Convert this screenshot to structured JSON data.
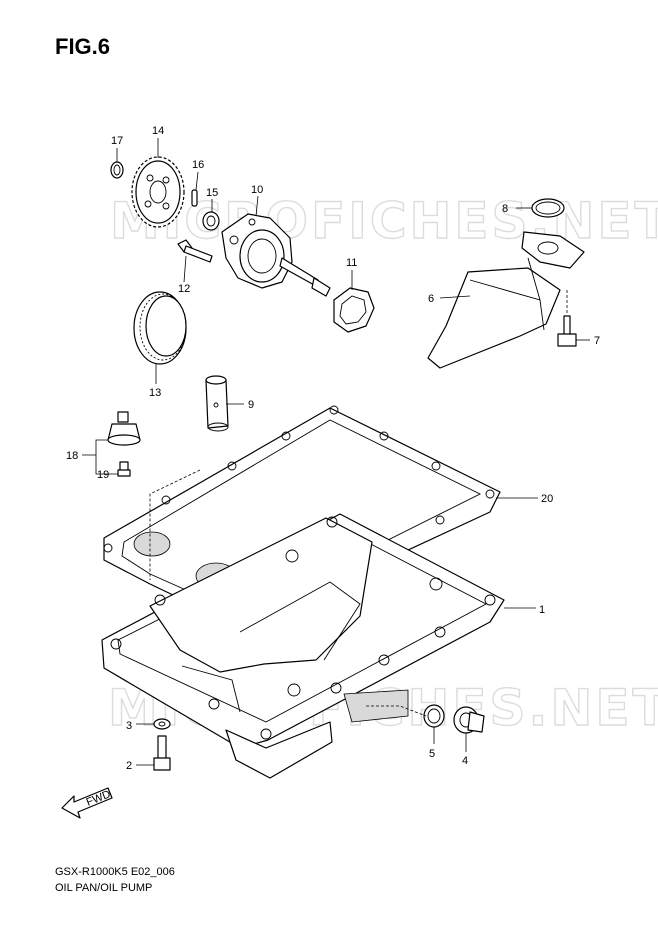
{
  "figure": {
    "title": "FIG.6",
    "model_code": "GSX-R1000K5 E02_006",
    "caption": "OIL PAN/OIL PUMP",
    "watermark": "MICROFICHES.NET",
    "direction_label": "FWD"
  },
  "callouts": [
    {
      "id": "c1",
      "label": "1"
    },
    {
      "id": "c2",
      "label": "2"
    },
    {
      "id": "c3",
      "label": "3"
    },
    {
      "id": "c4",
      "label": "4"
    },
    {
      "id": "c5",
      "label": "5"
    },
    {
      "id": "c6",
      "label": "6"
    },
    {
      "id": "c7",
      "label": "7"
    },
    {
      "id": "c8",
      "label": "8"
    },
    {
      "id": "c9",
      "label": "9"
    },
    {
      "id": "c10",
      "label": "10"
    },
    {
      "id": "c11",
      "label": "11"
    },
    {
      "id": "c12",
      "label": "12"
    },
    {
      "id": "c13",
      "label": "13"
    },
    {
      "id": "c14",
      "label": "14"
    },
    {
      "id": "c15",
      "label": "15"
    },
    {
      "id": "c16",
      "label": "16"
    },
    {
      "id": "c17",
      "label": "17"
    },
    {
      "id": "c18",
      "label": "18"
    },
    {
      "id": "c19",
      "label": "19"
    },
    {
      "id": "c20",
      "label": "20"
    }
  ]
}
